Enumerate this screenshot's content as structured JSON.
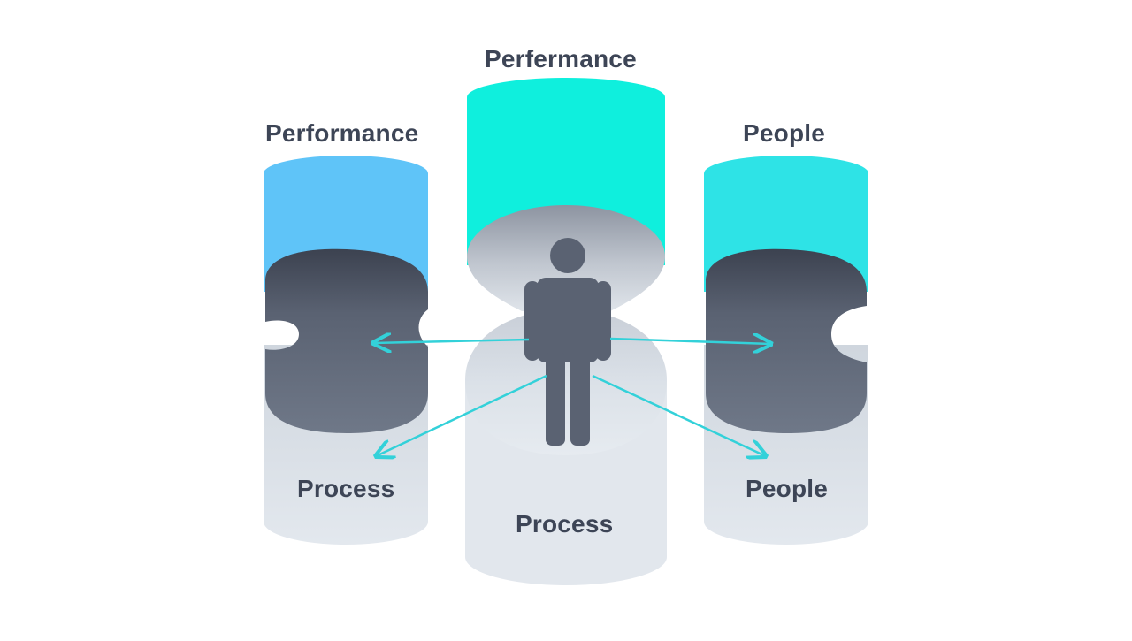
{
  "diagram": {
    "labels": {
      "center_top": "Perfermance",
      "left_top": "Performance",
      "right_top": "People",
      "left_bottom": "Process",
      "center_bottom": "Process",
      "right_bottom": "People"
    },
    "colors": {
      "center_top": "#0fefdd",
      "left_top": "#5fc4f8",
      "right_top": "#2ee3e6",
      "dark_core": "#6b7484",
      "light_base": "#dde4ec",
      "arrow": "#33d1d9",
      "person": "#5a6272",
      "text": "#3d4556"
    },
    "icons": {
      "person": "person-icon",
      "arrows": "arrow-icon"
    }
  }
}
